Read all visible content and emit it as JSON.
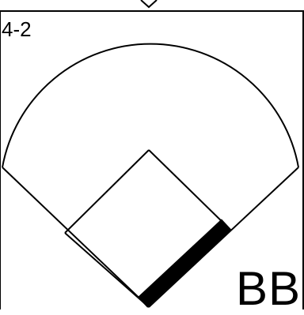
{
  "scorecard": {
    "play_code": "4-2",
    "result": "BB",
    "reached_base": "first base",
    "colors": {
      "line": "#000000",
      "basepath_highlight": "#000000",
      "background": "#ffffff"
    }
  }
}
